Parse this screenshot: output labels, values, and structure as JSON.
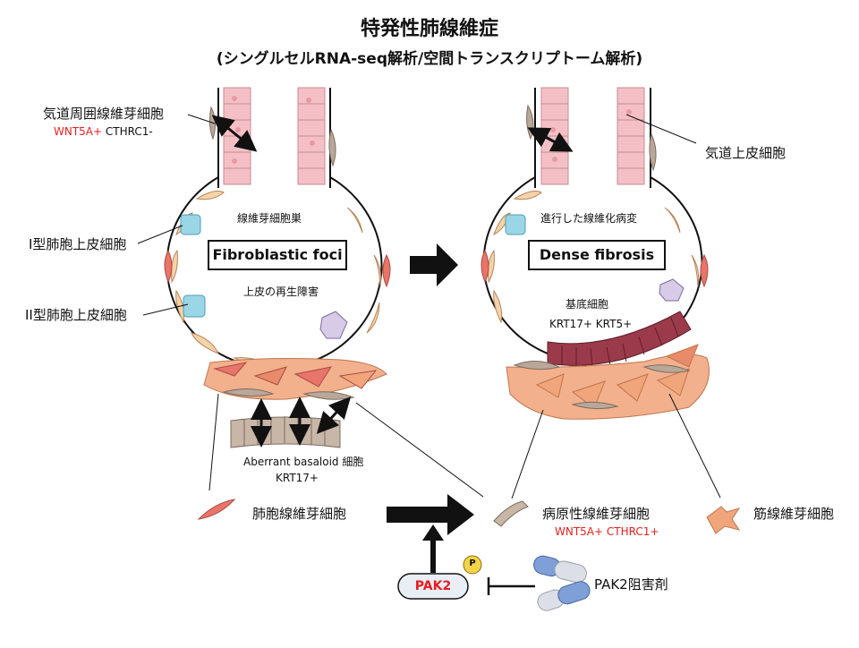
{
  "title": "特発性肺線維症",
  "subtitle": "(シングルセルRNA-seq解析/空間トランスクリプトーム解析)",
  "left": {
    "airway_fibroblast": "気道周囲線維芽細胞",
    "airway_markers_red": "WNT5A+",
    "airway_markers_black": "CTHRC1-",
    "type1": "I型肺胞上皮細胞",
    "type2": "II型肺胞上皮細胞",
    "foci_caption": "線維芽細胞巣",
    "foci_box": "Fibroblastic foci",
    "regen": "上皮の再生障害",
    "aberrant": "Aberrant basaloid 細胞",
    "aberrant_marker": "KRT17+"
  },
  "right": {
    "airway_epithelium": "気道上皮細胞",
    "progress_caption": "進行した線維化病変",
    "dense_box": "Dense fibrosis",
    "basal": "基底細胞",
    "basal_markers": "KRT17+ KRT5+"
  },
  "bottom": {
    "alveolar_fibroblast": "肺胞線維芽細胞",
    "pathologic_fibroblast": "病原性線維芽細胞",
    "pathologic_markers": "WNT5A+ CTHRC1+",
    "myofibroblast": "筋線維芽細胞",
    "pak2": "PAK2",
    "phospho": "P",
    "inhibitor": "PAK2阻害剤"
  },
  "colors": {
    "epithelium": "#f4c0c6",
    "fibroblast": "#f0a57a",
    "alveolar_fibroblast": "#e8746a",
    "cuboidal": "#9ad6e6",
    "basal": "#9b3a4a",
    "brown": "#b9a79a",
    "marker_red": "#e41f1f",
    "pill_blue": "#7f9fd8"
  }
}
